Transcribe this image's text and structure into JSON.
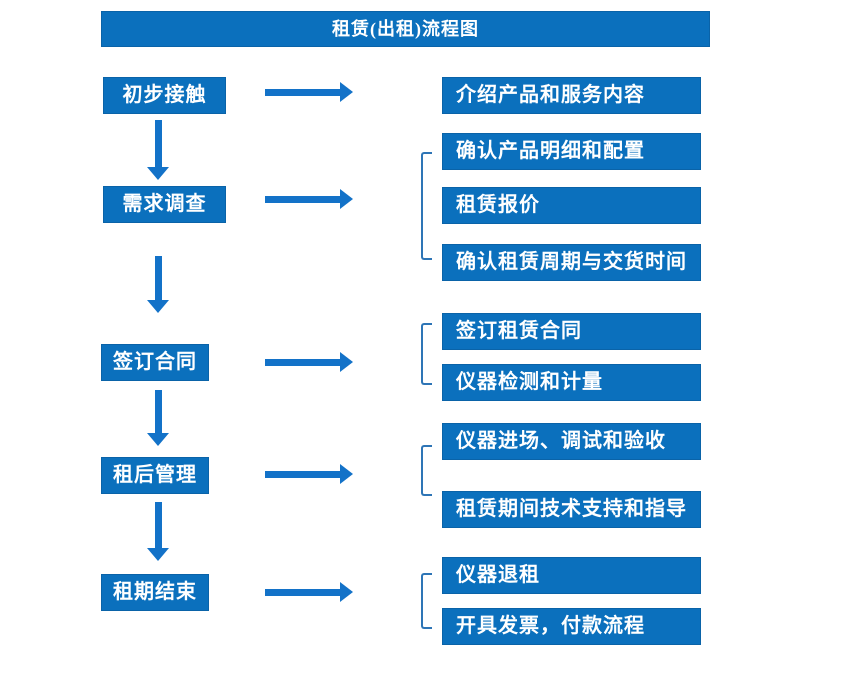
{
  "title": "租赁(出租)流程图",
  "colors": {
    "box_blue": "#0b70bd",
    "arrow_blue": "#1372c8",
    "bracket_blue": "#2e75b6",
    "text": "#ffffff",
    "background": "#ffffff"
  },
  "flow": [
    {
      "step": "初步接触",
      "details": [
        "介绍产品和服务内容"
      ]
    },
    {
      "step": "需求调查",
      "details": [
        "确认产品明细和配置",
        "租赁报价",
        "确认租赁周期与交货时间"
      ]
    },
    {
      "step": "签订合同",
      "details": [
        "签订租赁合同",
        "仪器检测和计量"
      ]
    },
    {
      "step": "租后管理",
      "details": [
        "仪器进场、调试和验收",
        "租赁期间技术支持和指导"
      ]
    },
    {
      "step": "租期结束",
      "details": [
        "仪器退租",
        "开具发票，付款流程"
      ]
    }
  ]
}
